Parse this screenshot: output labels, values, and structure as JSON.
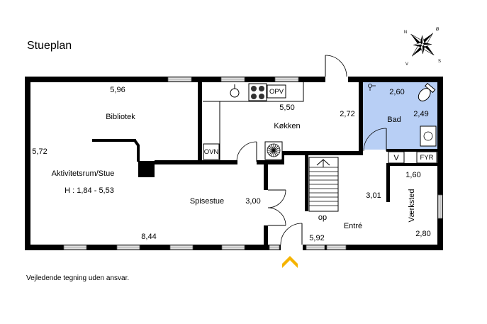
{
  "title": "Stueplan",
  "disclaimer": "Vejledende tegning uden ansvar.",
  "compass": {
    "north": "N",
    "east": "Ø",
    "south": "S",
    "west": "V"
  },
  "rooms": {
    "bibliotek": {
      "name": "Bibliotek",
      "dims": [
        "5,96"
      ]
    },
    "stue": {
      "name": "Aktivitetsrum/Stue",
      "height_note": "H : 1,84 - 5,53",
      "dims": [
        "5,72",
        "8,44"
      ]
    },
    "spisestue": {
      "name": "Spisestue",
      "dims": [
        "3,00"
      ]
    },
    "koekken": {
      "name": "Køkken",
      "dims": [
        "5,50",
        "2,72"
      ]
    },
    "bad": {
      "name": "Bad",
      "dims": [
        "2,60",
        "2,49"
      ]
    },
    "entre": {
      "name": "Entré",
      "dims": [
        "5,92",
        "3,01"
      ]
    },
    "vaerksted": {
      "name": "Værksted",
      "dims": [
        "1,60",
        "2,80"
      ]
    }
  },
  "fixtures": {
    "oven": "OVN",
    "dishwasher": "OPV",
    "washer": "V",
    "boiler": "FYR",
    "stairs": "op"
  },
  "icons": {
    "compass": "compass-rose-icon",
    "entrance": "entry-arrow-icon"
  },
  "colors": {
    "wall": "#000000",
    "bath_floor": "#b8cff5",
    "window": "#e2e2e2",
    "entry_arrow": "#f5b400"
  }
}
